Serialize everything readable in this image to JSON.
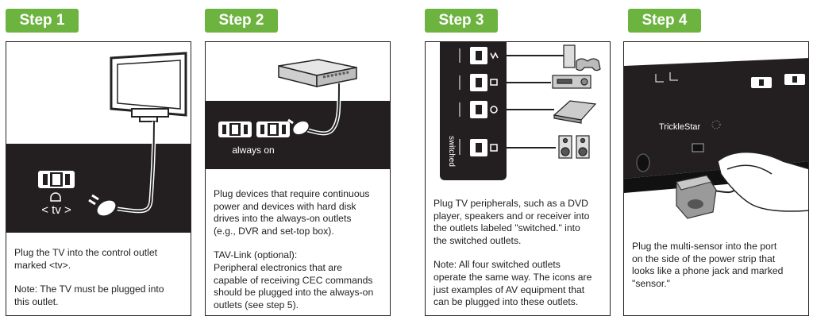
{
  "steps": [
    {
      "label": "Step 1",
      "diagram_labels": {
        "outlet_tag": "< tv >"
      },
      "text": [
        "Plug the TV into the control outlet",
        "marked <tv>.",
        "",
        "Note: The TV must be plugged into",
        "this outlet."
      ]
    },
    {
      "label": "Step 2",
      "diagram_labels": {
        "outlet_tag": "always on"
      },
      "text": [
        "Plug devices that require continuous",
        "power and devices with hard disk",
        "drives into the always-on outlets",
        "(e.g., DVR and set-top box).",
        "",
        "TAV-Link (optional):",
        "Peripheral electronics that are",
        "capable of receiving CEC commands",
        "should be plugged into the always-on",
        "outlets (see step 5)."
      ]
    },
    {
      "label": "Step 3",
      "diagram_labels": {
        "strip_label": "switched"
      },
      "text": [
        "Plug TV peripherals, such as a DVD",
        "player, speakers and or receiver into",
        "the outlets labeled \"switched.\" into",
        "the switched outlets.",
        "",
        "Note: All four switched outlets",
        "operate the same way. The icons are",
        "just examples of AV equipment that",
        "can be plugged into these outlets."
      ]
    },
    {
      "label": "Step 4",
      "diagram_labels": {
        "brand": "TrickleStar"
      },
      "text": [
        "Plug the multi-sensor into the port",
        "on the side of the power strip that",
        "looks like a phone jack and marked",
        "\"sensor.\""
      ]
    }
  ],
  "colors": {
    "accent": "#6cb33f",
    "dark": "#231f20",
    "ink": "#222222"
  }
}
